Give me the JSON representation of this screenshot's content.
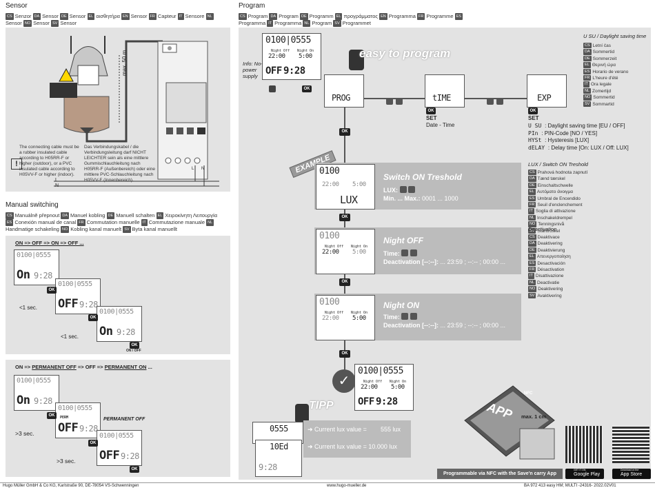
{
  "sensor": {
    "title": "Sensor",
    "langs": [
      {
        "code": "CS",
        "text": "Senzor"
      },
      {
        "code": "DA",
        "text": "Sensor"
      },
      {
        "code": "DE",
        "text": "Sensor"
      },
      {
        "code": "EL",
        "text": "αισθητήρα"
      },
      {
        "code": "EN",
        "text": "Sensor"
      },
      {
        "code": "FR",
        "text": "Capteur"
      },
      {
        "code": "IT",
        "text": "Sensore"
      },
      {
        "code": "NL",
        "text": "Sensor"
      },
      {
        "code": "NO",
        "text": "Sensor"
      },
      {
        "code": "SV",
        "text": "Sensor"
      }
    ],
    "cable_en": "The connecting cable must be a rubber insulated cable according to H05RR-F or higher (outdoor), or a PVC insulated cable according to H05VV-F or higher (indoor).",
    "cable_de": "Das Verbindungskabel / die Verbindungsleitung darf NICHT LEICHTER sein als eine mittlere Gummischlauchleitung nach H05RR-F (Außenbereich) oder eine mittlere PVC-Schlauchleitung nach H05VV-F (Innenbereich).",
    "max_length": "max. 50 m",
    "label_l": "L",
    "label_n": "N",
    "term_l": "L",
    "term_n": "N",
    "warn_icon": "!"
  },
  "manual": {
    "title": "Manual switching",
    "langs": [
      {
        "code": "CS",
        "text": "Manuálně přepnout"
      },
      {
        "code": "DA",
        "text": "Manuel kobling"
      },
      {
        "code": "DE",
        "text": "Manuell schalten"
      },
      {
        "code": "EL",
        "text": "Χειροκίνητη Λειτουργία"
      },
      {
        "code": "ES",
        "text": "Conexión manual de canal"
      },
      {
        "code": "FR",
        "text": "Commutation manuelle"
      },
      {
        "code": "IT",
        "text": "Commutazione manuale"
      },
      {
        "code": "NL",
        "text": "Handmatige schakeling"
      },
      {
        "code": "NO",
        "text": "Kobling kanal manuelt"
      },
      {
        "code": "SV",
        "text": "Byta kanal manuellt"
      }
    ],
    "seq1": "ON => OFF => ON => OFF ...",
    "seq2_a": "ON => ",
    "seq2_b": "PERMANENT OFF",
    "seq2_c": " => OFF => ",
    "seq2_d": "PERMANENT ON",
    "seq2_e": " ...",
    "perm_off": "PERMANENT OFF",
    "perm_tag": "PERM",
    "sec1": "<1 sec.",
    "sec3": ">3 sec.",
    "ok": "OK",
    "onoff": "ON / OFF",
    "lcd_top": "0100|0555",
    "lcd_on": "On",
    "lcd_off": "OFF",
    "lcd_time": "9:28"
  },
  "program": {
    "title": "Program",
    "langs": [
      {
        "code": "CS",
        "text": "Program"
      },
      {
        "code": "DA",
        "text": "Program"
      },
      {
        "code": "DE",
        "text": "Programm"
      },
      {
        "code": "EL",
        "text": "προγράμματος"
      },
      {
        "code": "EN",
        "text": "Programma"
      },
      {
        "code": "FR",
        "text": "Programme"
      },
      {
        "code": "ES",
        "text": "Programma"
      },
      {
        "code": "IT",
        "text": "Programma"
      },
      {
        "code": "NL",
        "text": "Program"
      },
      {
        "code": "SV",
        "text": "Programmet"
      }
    ],
    "info": "Info: No-power supply",
    "easy": "easy to program",
    "lcd_top": "0100|0555",
    "night_off": "Night Off",
    "night_on": "Night On",
    "t_off": "22:00",
    "t_on": "5:00",
    "lcd_off": "OFF",
    "lcd_time": "9:28",
    "menu_prog": "PROG",
    "menu_time": "tIME",
    "menu_exp": "EXP",
    "ok": "OK",
    "set": "SET",
    "date_time": "Date - Time",
    "set2": "SET",
    "exp_items": [
      {
        "code": "U SU",
        "text": ": Daylight saving time [EU / OFF]"
      },
      {
        "code": "PIn",
        "text": ": PIN-Code [NO / YES]"
      },
      {
        "code": "HYSt",
        "text": ": Hysteresis [LUX]"
      },
      {
        "code": "dELAY",
        "text": ": Delay time [On: LUX / Off: LUX]"
      }
    ],
    "dst_title": "U SU / Daylight saving time",
    "dst_langs": [
      {
        "code": "CS",
        "text": "Letní čas"
      },
      {
        "code": "DA",
        "text": "Sommertid"
      },
      {
        "code": "DE",
        "text": "Sommerzeit"
      },
      {
        "code": "EL",
        "text": "Θερινή ώρα"
      },
      {
        "code": "ES",
        "text": "Horario de verano"
      },
      {
        "code": "FR",
        "text": "L'heure d'été"
      },
      {
        "code": "IT",
        "text": "Ora legale"
      },
      {
        "code": "NL",
        "text": "Zomertijd"
      },
      {
        "code": "NO",
        "text": "Sommertid"
      },
      {
        "code": "SV",
        "text": "Sommartid"
      }
    ],
    "example": "EXAMPLE",
    "step1_title": "Switch ON Treshold",
    "step1_lux": "LUX:",
    "step1_range": "Min. ... Max.:",
    "step1_range_v": "0001 ... 1000",
    "step1_lcd": "LUX",
    "lcd_num": "0100",
    "step2_title": "Night OFF",
    "step2_time": "Time:",
    "step2_deact": "Deactivation [--:--]:",
    "step2_deact_v": "... 23:59 ; --:-- ; 00:00 ...",
    "step3_title": "Night ON",
    "step3_time": "Time:",
    "step3_deact": "Deactivation [--:--]:",
    "step3_deact_v": "... 23:59 ; --:-- ; 00:00 ...",
    "lux_title": "LUX / Switch ON Treshold",
    "lux_langs": [
      {
        "code": "CS",
        "text": "Prahová hodnota zapnutí"
      },
      {
        "code": "DA",
        "text": "Tænd tærskel"
      },
      {
        "code": "DE",
        "text": "Einschaltschwelle"
      },
      {
        "code": "EL",
        "text": "Αυτόματο άνοιγμα"
      },
      {
        "code": "ES",
        "text": "Umbral de Encendido"
      },
      {
        "code": "FR",
        "text": "Seuil d'enclenchement"
      },
      {
        "code": "IT",
        "text": "Soglia di attivazione"
      },
      {
        "code": "NL",
        "text": "Inschakeldrempel"
      },
      {
        "code": "NO",
        "text": "Tenningsnivå"
      },
      {
        "code": "SV",
        "text": "Starttröskel"
      }
    ],
    "deact_title": "Deactivation",
    "deact_langs": [
      {
        "code": "CS",
        "text": "Deaktivace"
      },
      {
        "code": "DA",
        "text": "Deaktivering"
      },
      {
        "code": "DE",
        "text": "Deaktivierung"
      },
      {
        "code": "EL",
        "text": "Απενεργοποίηση"
      },
      {
        "code": "ES",
        "text": "Desactivación"
      },
      {
        "code": "FR",
        "text": "Désactivation"
      },
      {
        "code": "IT",
        "text": "Disattivazione"
      },
      {
        "code": "NL",
        "text": "Deactivatie"
      },
      {
        "code": "NO",
        "text": "Deaktivering"
      },
      {
        "code": "SV",
        "text": "Avaktivering"
      }
    ],
    "tipp": "TIPP",
    "tipp_row1_label": "Current lux value =",
    "tipp_row1_val": "555 lux",
    "tipp_row2_label": "Current lux value = 10.000 lux",
    "tipp_lcd_a": "0555",
    "tipp_lcd_b": "10Ed",
    "nfc_label": "Programmable via NFC with the Save'n carry App",
    "app_text": "APP",
    "nfc_tag": "NFC",
    "max_cm": "max. 1 cm",
    "google": "Google Play",
    "google_small": "GET IT ON",
    "apple": "App Store",
    "apple_small": "Download on the"
  },
  "footer": {
    "left": "Hugo Müller GmbH & Co KG, Karlstraße 90, DE-78054 VS-Schwenningen",
    "center": "www.hugo-mueller.de",
    "right": "BA 972 413 easy HM; MULTI -24316- 2022.02V01"
  }
}
